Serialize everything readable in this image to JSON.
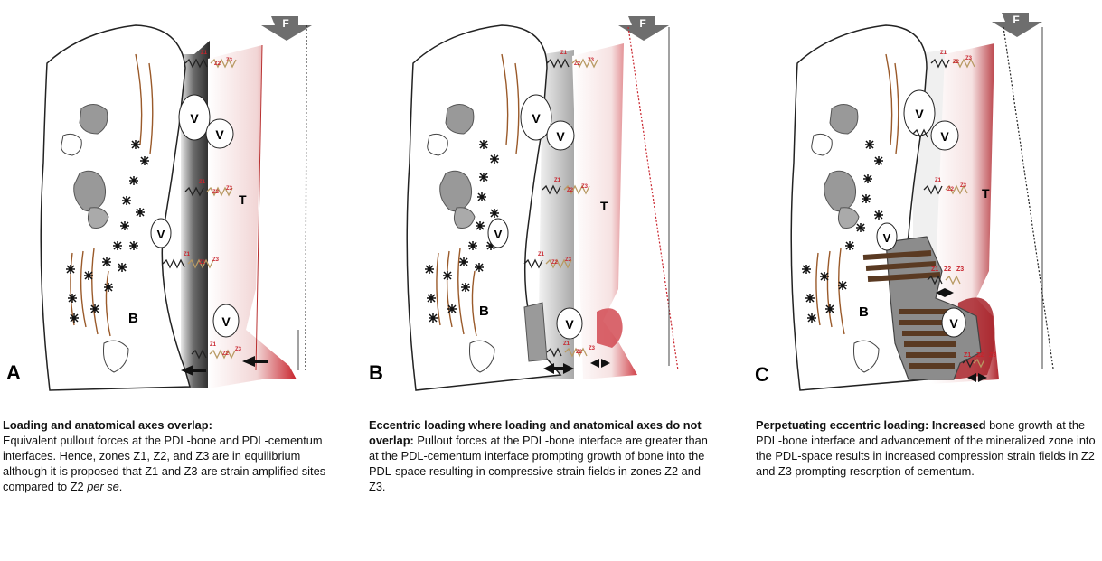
{
  "panels": [
    {
      "letter": "A",
      "labels": {
        "force": "F",
        "tooth": "T",
        "bone": "B",
        "vessel": "V"
      },
      "zones": [
        "Z1",
        "Z2",
        "Z3"
      ],
      "caption": {
        "heading": "Loading and anatomical axes overlap:",
        "text_before_italic": "Equivalent pullout forces at the PDL-bone and PDL-cementum interfaces.  Hence, zones Z1, Z2, and Z3 are in equilibrium although it is proposed that Z1 and Z3 are strain amplified sites compared to Z2 ",
        "italic": "per se",
        "text_after_italic": "."
      }
    },
    {
      "letter": "B",
      "labels": {
        "force": "F",
        "tooth": "T",
        "bone": "B",
        "vessel": "V"
      },
      "zones": [
        "Z1",
        "Z2",
        "Z3"
      ],
      "caption": {
        "heading": "Eccentric loading where loading and anatomical axes do not overlap:",
        "text": " Pullout forces at the PDL-bone interface are greater than at the PDL-cementum interface prompting growth of bone into the PDL-space resulting in compressive strain fields in zones Z2 and Z3."
      }
    },
    {
      "letter": "C",
      "labels": {
        "force": "F",
        "tooth": "T",
        "bone": "B",
        "vessel": "V"
      },
      "zones": [
        "Z1",
        "Z2",
        "Z3"
      ],
      "caption": {
        "heading": "Perpetuating eccentric loading: Increased",
        "text": " bone growth at the PDL-bone interface and advancement of the mineralized zone into the PDL-space results in increased compression strain fields in Z2 and Z3 prompting resorption of cementum."
      }
    }
  ],
  "colors": {
    "tooth_red": "#c8232c",
    "spring_dark": "#222222",
    "spring_tan": "#b89a63",
    "mineral_grey": "#8c8c8c",
    "force_arrow": "#6e6e6e"
  }
}
